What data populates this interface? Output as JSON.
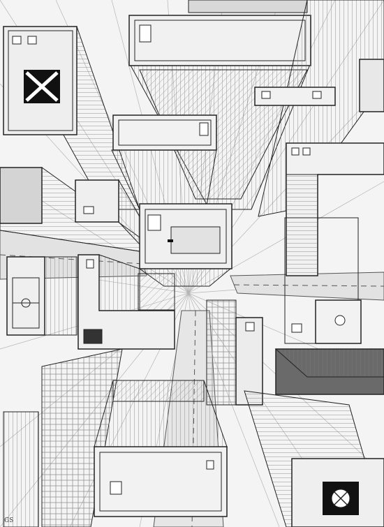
{
  "drawing": {
    "medium": "pencil",
    "style": "one-point perspective, bird's-eye view of city rooftops",
    "signature": "GS",
    "colors": {
      "paper": "#f5f5f5",
      "ink": "#222222",
      "shade": "#cfcfcf",
      "light_roof": "#ebebeb",
      "dark_mark": "#111111"
    },
    "rooftop_features": [
      "x-mark-icon",
      "stairwell-box-icon",
      "soccer-field-icon",
      "rooftop-garden-icon",
      "ventilation-fan-icon",
      "chimney-box-icon"
    ]
  }
}
